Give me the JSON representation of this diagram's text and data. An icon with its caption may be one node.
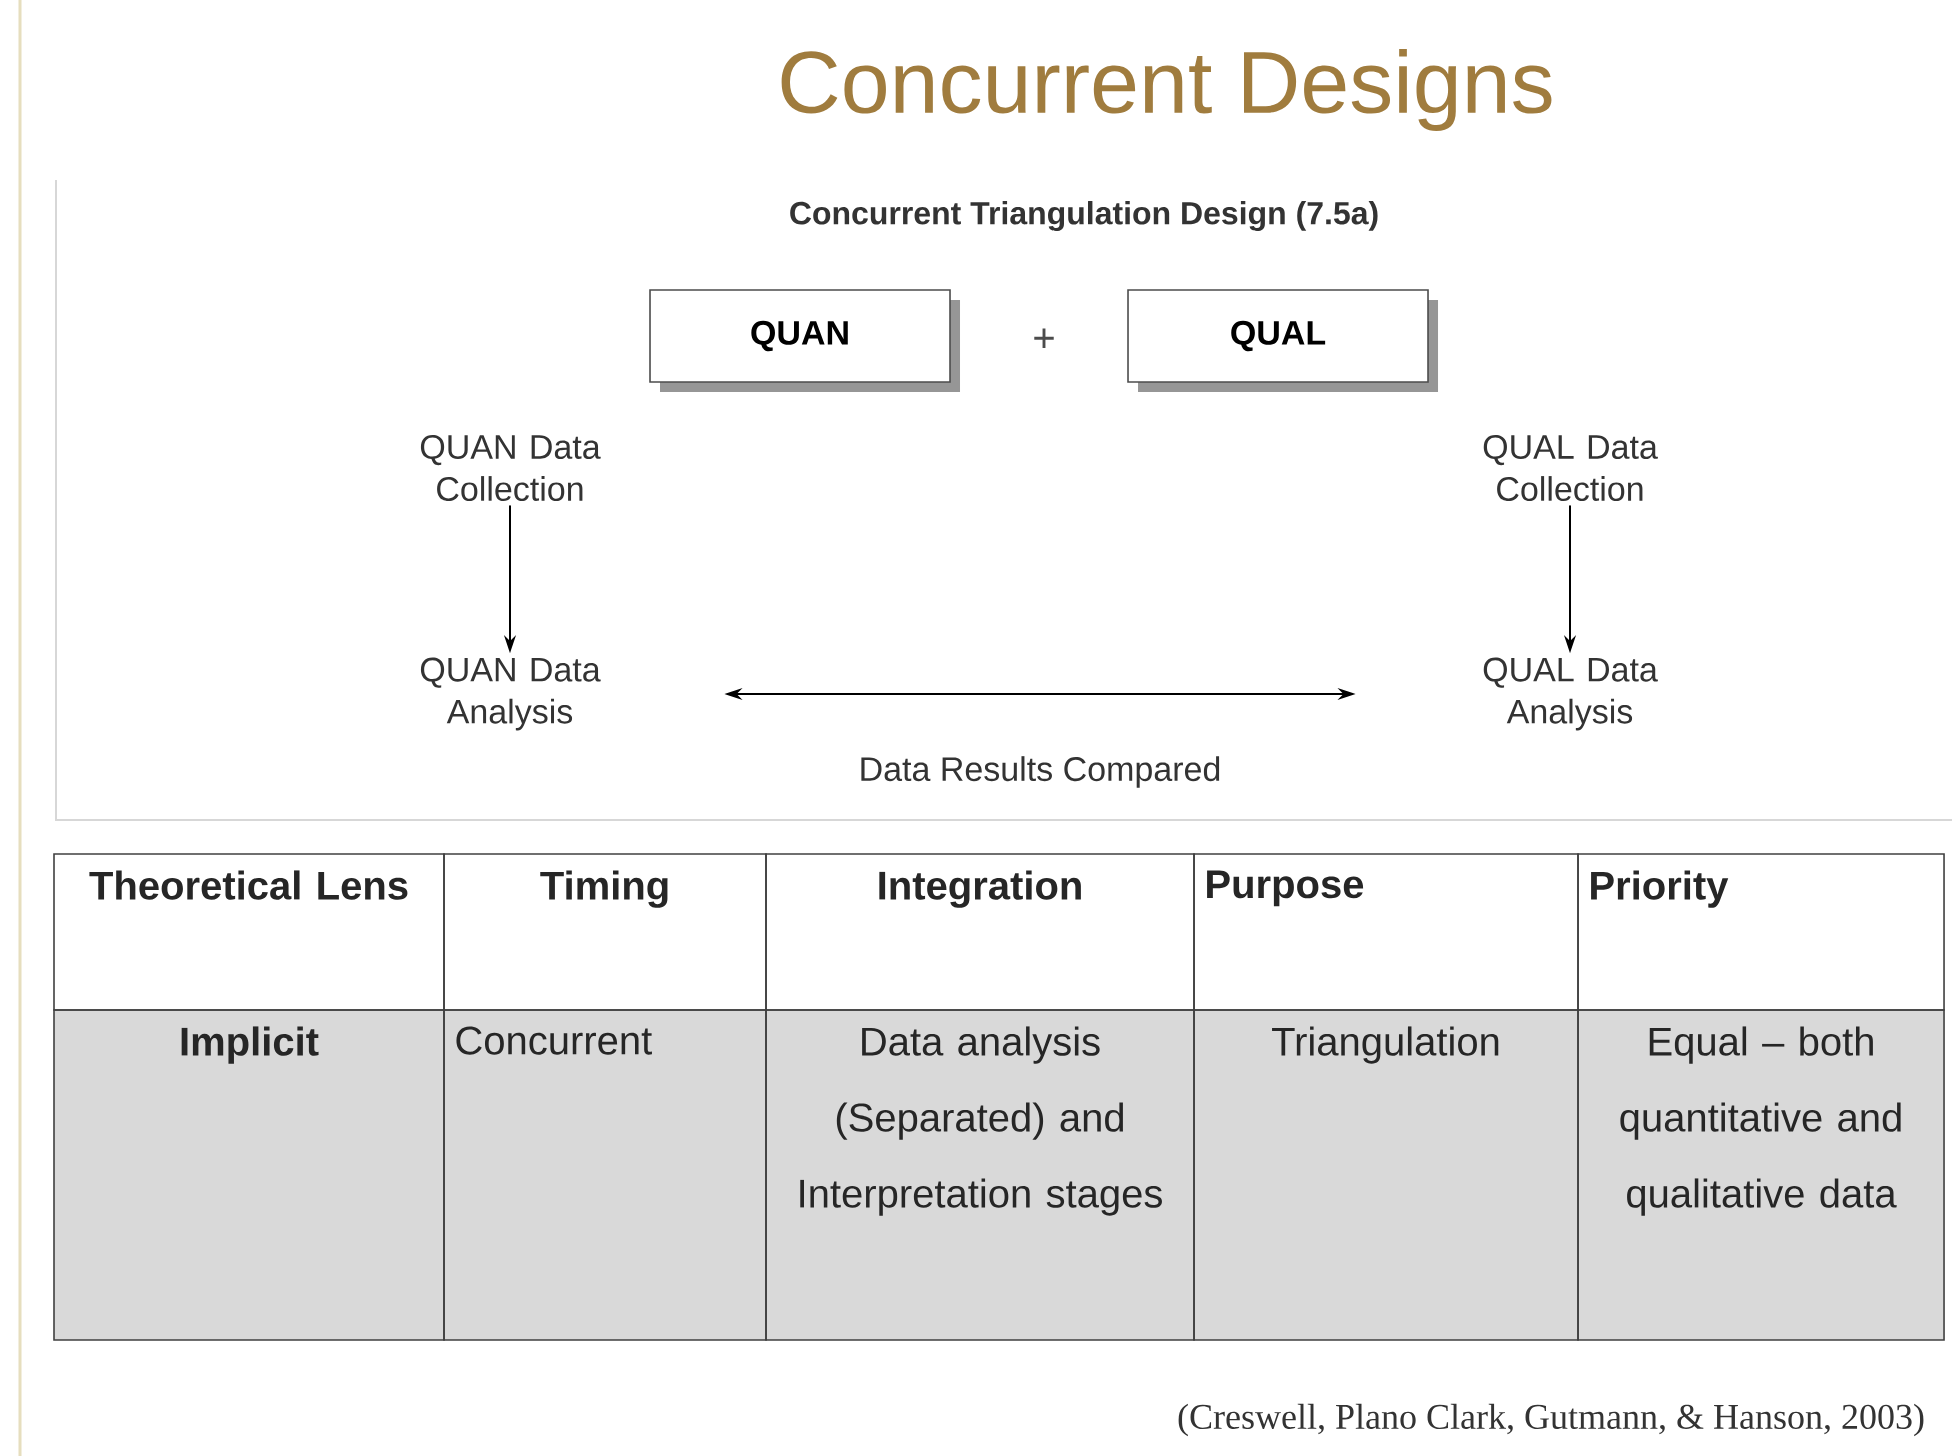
{
  "diagram": {
    "title": "Concurrent Designs",
    "nodes": [
      {
        "text": [
          "QUAN"
        ]
      },
      {
        "text": [
          "QUAL"
        ]
      },
      {
        "text": [
          "QUAN Data Collection"
        ]
      },
      {
        "text": [
          "QUAL Data Collection"
        ]
      },
      {
        "text": [
          "QUAN Data Analysis"
        ]
      },
      {
        "text": [
          "QUAL Data Analysis"
        ]
      }
    ],
    "edges": [
      {
        "from": 2,
        "to": 4,
        "arrow": "to"
      },
      {
        "from": 3,
        "to": 5,
        "arrow": "to"
      },
      {
        "from": 4,
        "to": 5,
        "arrow": "both",
        "label": "Data Results Compared"
      }
    ],
    "labels": [
      "Concurrent Triangulation Design (7.5a)",
      "+",
      "Theoretical Lens",
      "Timing",
      "Integration",
      "Purpose",
      "Priority",
      "Implicit",
      "Concurrent",
      "Data analysis (Separated) and Interpretation stages",
      "Triangulation",
      "Equal – both quantitative and qualitative data",
      "(Creswell, Plano Clark, Gutmann, & Hanson, 2003)"
    ]
  }
}
